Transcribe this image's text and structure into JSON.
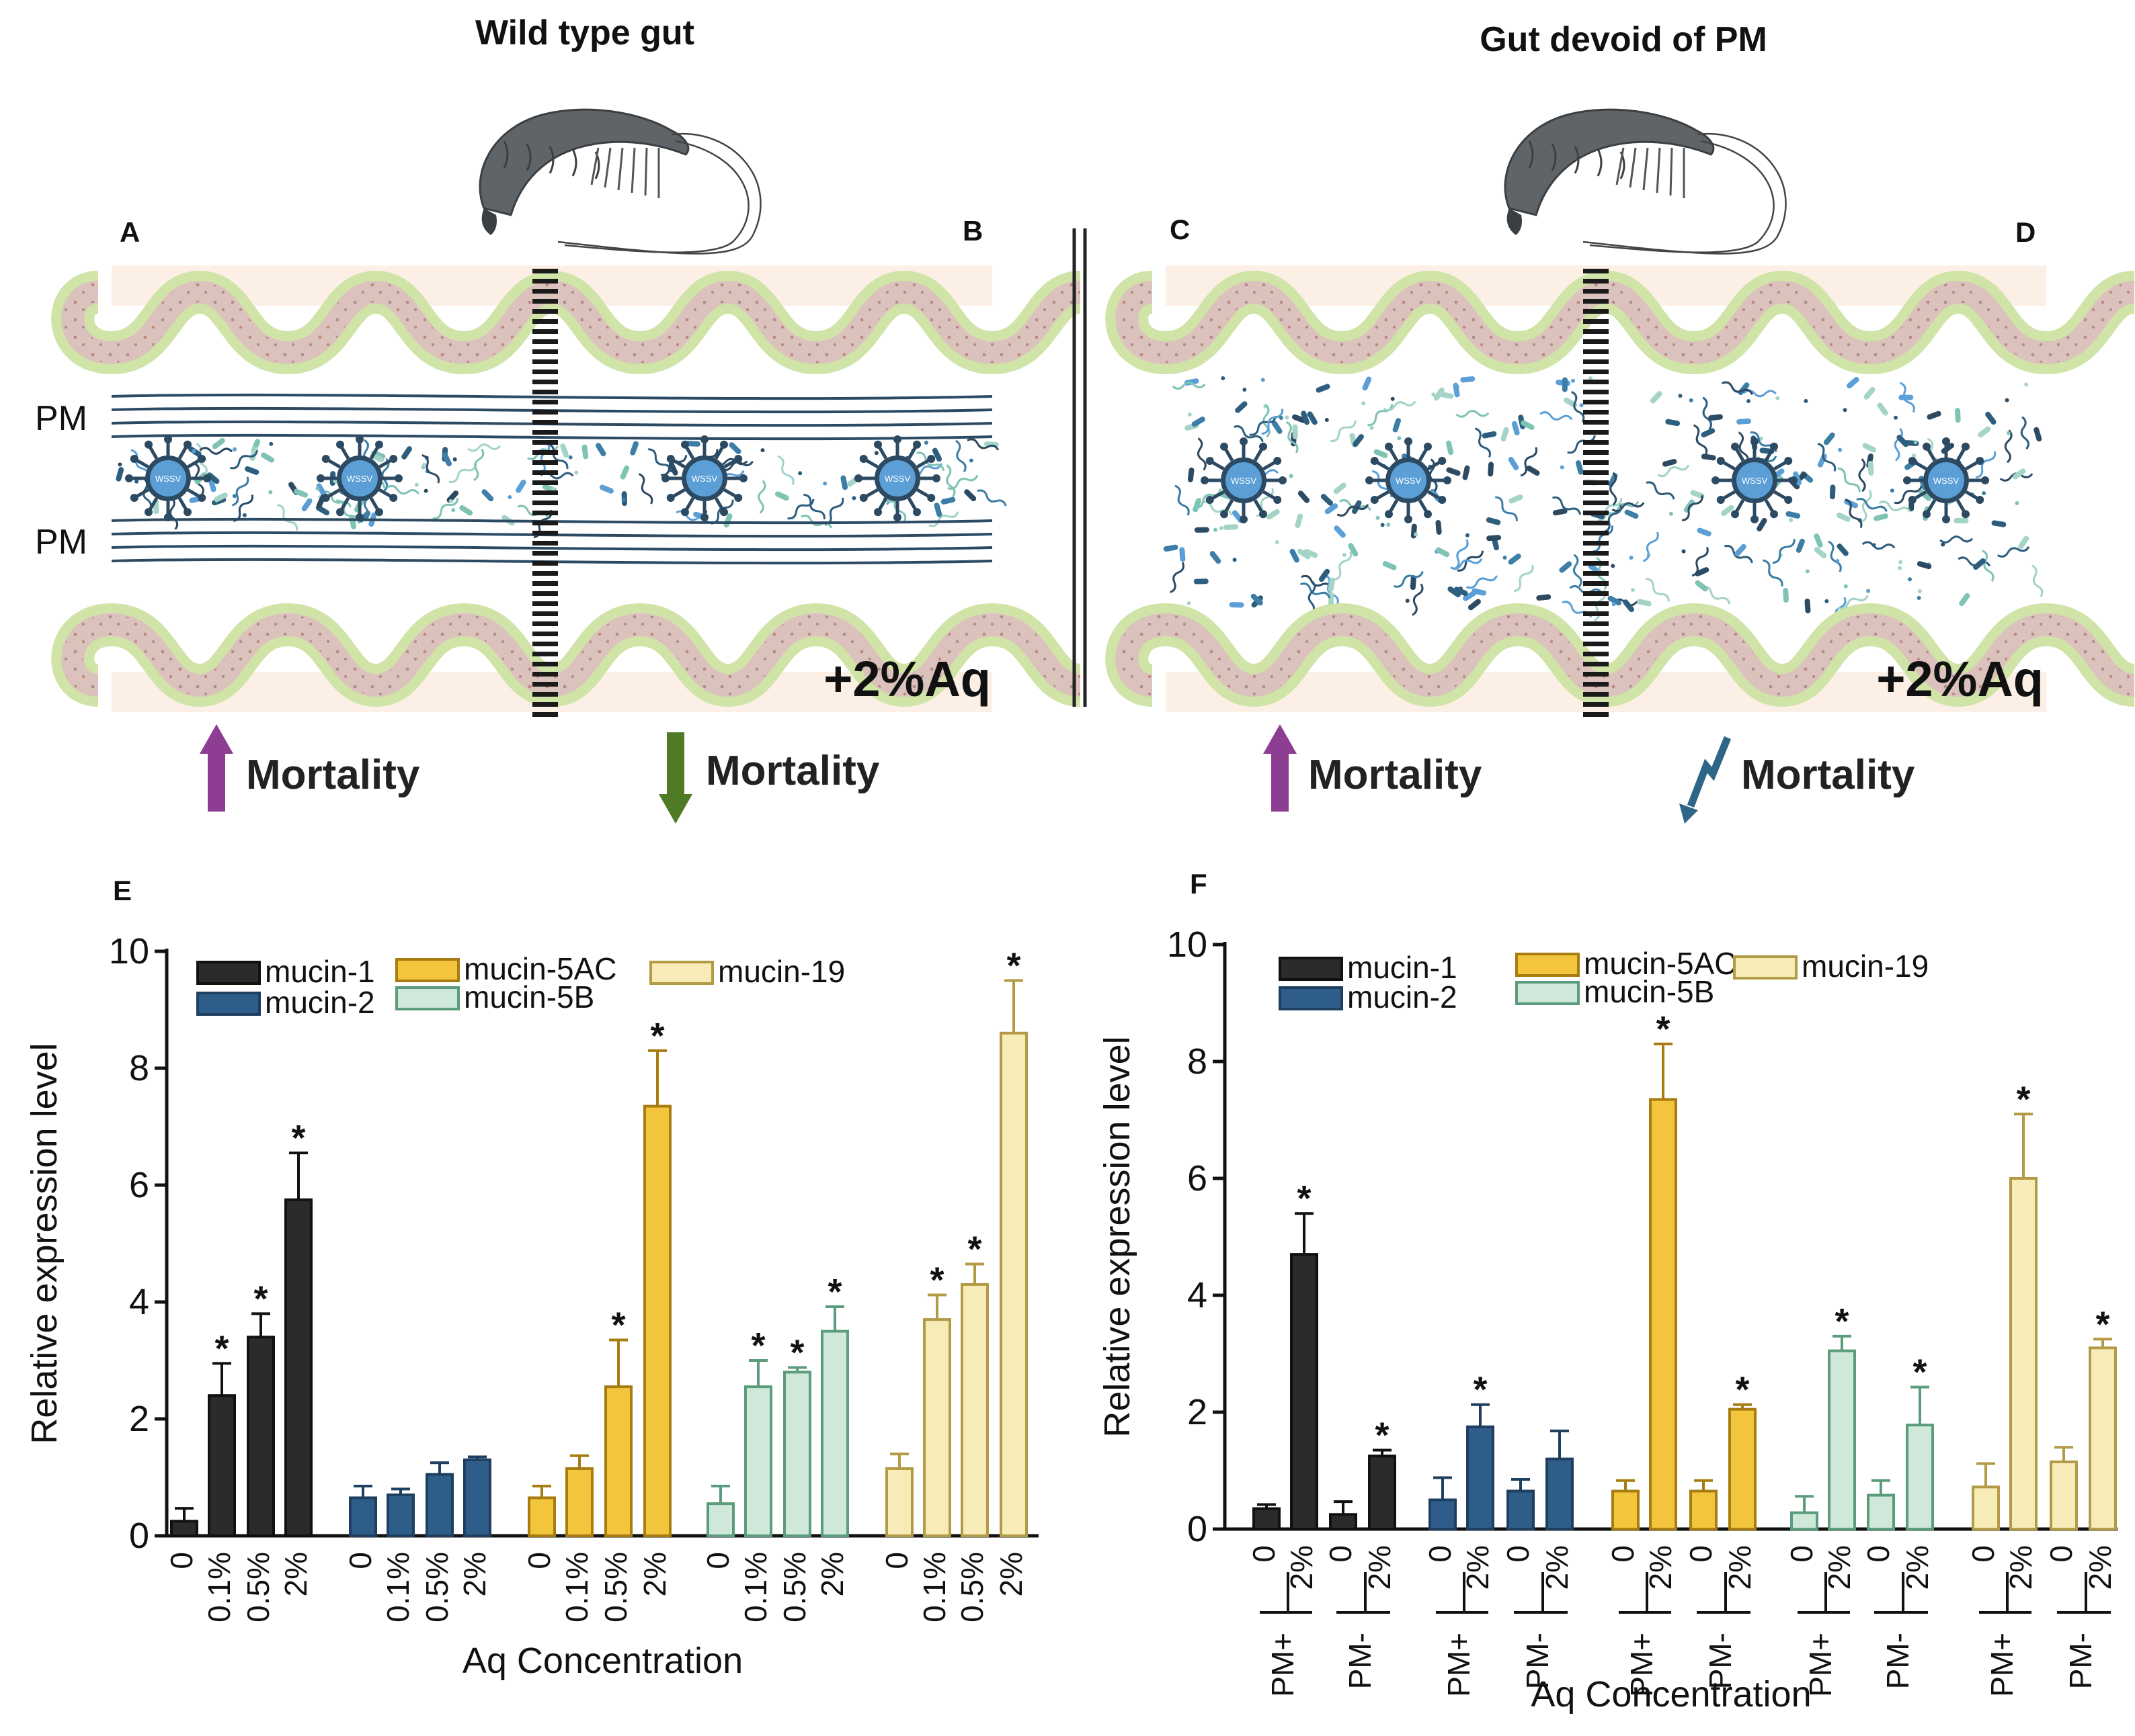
{
  "titles": {
    "left": "Wild type gut",
    "right": "Gut devoid of PM"
  },
  "panel_letters": {
    "a": "A",
    "b": "B",
    "c": "C",
    "d": "D",
    "e": "E",
    "f": "F"
  },
  "gut_labels": {
    "pm": "PM",
    "treatment": "+2%Aq",
    "mortality": "Mortality",
    "virus": "WSSV"
  },
  "colors": {
    "mucin_1": "#2b2b2b",
    "mucin_2": "#2f5d8a",
    "mucin_5AC": "#f2c53d",
    "mucin_5B": "#cfe8da",
    "mucin_19": "#f7ebb8",
    "mucin_5B_edge": "#5a9c7c",
    "mucin_19_edge": "#b39b45",
    "mucin_5AC_edge": "#a77c10",
    "epithelium": "#cfe4a6",
    "lamina": "#dcc2bd",
    "tissue_bg": "#fcf0e6",
    "pm_line": "#2d4a63",
    "arrow_up": "#8d3d92",
    "arrow_down": "#4f7a26",
    "arrow_zigzag": "#2d6687"
  },
  "chart_data": [
    {
      "panel": "E",
      "type": "bar",
      "ylabel": "Relative expression level",
      "xlabel": "Aq Concentration",
      "ylim": [
        0,
        10
      ],
      "yticks": [
        0,
        2,
        4,
        6,
        8,
        10
      ],
      "categories": [
        "0",
        "0.1%",
        "0.5%",
        "2%"
      ],
      "legend": [
        "mucin-1",
        "mucin-2",
        "mucin-5AC",
        "mucin-5B",
        "mucin-19"
      ],
      "series": [
        {
          "name": "mucin-1",
          "values": [
            0.25,
            2.4,
            3.4,
            5.75
          ],
          "errors": [
            0.22,
            0.55,
            0.4,
            0.8
          ],
          "significant": [
            false,
            true,
            true,
            true
          ]
        },
        {
          "name": "mucin-2",
          "values": [
            0.65,
            0.7,
            1.05,
            1.3
          ],
          "errors": [
            0.2,
            0.1,
            0.2,
            0.05
          ],
          "significant": [
            false,
            false,
            false,
            false
          ]
        },
        {
          "name": "mucin-5AC",
          "values": [
            0.65,
            1.15,
            2.55,
            7.35
          ],
          "errors": [
            0.2,
            0.22,
            0.8,
            0.95
          ],
          "significant": [
            false,
            false,
            true,
            true
          ]
        },
        {
          "name": "mucin-5B",
          "values": [
            0.55,
            2.55,
            2.8,
            3.5
          ],
          "errors": [
            0.3,
            0.45,
            0.08,
            0.42
          ],
          "significant": [
            false,
            true,
            true,
            true
          ]
        },
        {
          "name": "mucin-19",
          "values": [
            1.15,
            3.7,
            4.3,
            8.6
          ],
          "errors": [
            0.25,
            0.42,
            0.35,
            0.9
          ],
          "significant": [
            false,
            true,
            true,
            true
          ]
        }
      ]
    },
    {
      "panel": "F",
      "type": "bar",
      "ylabel": "Relative expression level",
      "xlabel": "Aq Concentration",
      "ylim": [
        0,
        10
      ],
      "yticks": [
        0,
        2,
        4,
        6,
        8,
        10
      ],
      "categories": [
        "0",
        "2%",
        "0",
        "2%"
      ],
      "group_labels": [
        "PM+",
        "PM-"
      ],
      "legend": [
        "mucin-1",
        "mucin-2",
        "mucin-5AC",
        "mucin-5B",
        "mucin-19"
      ],
      "series": [
        {
          "name": "mucin-1",
          "values": [
            0.35,
            4.7,
            0.25,
            1.25
          ],
          "errors": [
            0.07,
            0.7,
            0.22,
            0.1
          ],
          "significant": [
            false,
            true,
            false,
            true
          ]
        },
        {
          "name": "mucin-2",
          "values": [
            0.5,
            1.75,
            0.65,
            1.2
          ],
          "errors": [
            0.38,
            0.38,
            0.2,
            0.48
          ],
          "significant": [
            false,
            true,
            false,
            false
          ]
        },
        {
          "name": "mucin-5AC",
          "values": [
            0.65,
            7.35,
            0.65,
            2.05
          ],
          "errors": [
            0.18,
            0.95,
            0.18,
            0.08
          ],
          "significant": [
            false,
            true,
            false,
            true
          ]
        },
        {
          "name": "mucin-5B",
          "values": [
            0.28,
            3.05,
            0.58,
            1.78
          ],
          "errors": [
            0.28,
            0.25,
            0.25,
            0.65
          ],
          "significant": [
            false,
            true,
            false,
            true
          ]
        },
        {
          "name": "mucin-19",
          "values": [
            0.72,
            6.0,
            1.15,
            3.1
          ],
          "errors": [
            0.4,
            1.1,
            0.25,
            0.15
          ],
          "significant": [
            false,
            true,
            false,
            true
          ]
        }
      ]
    }
  ]
}
